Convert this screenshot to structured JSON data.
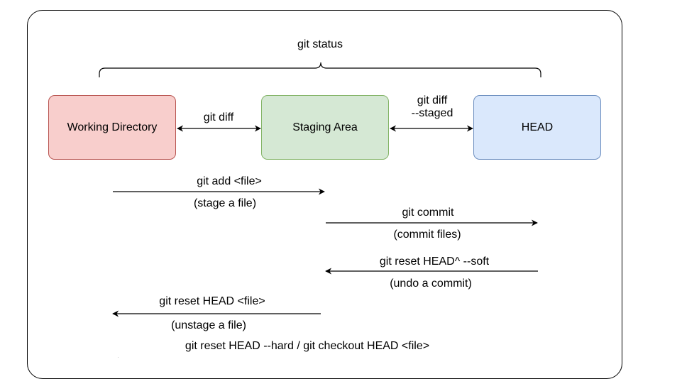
{
  "nodes": {
    "working_directory": "Working Directory",
    "staging_area": "Staging Area",
    "head": "HEAD"
  },
  "labels": {
    "status": "git status",
    "diff": "git diff",
    "diff_staged_line1": "git diff",
    "diff_staged_line2": "--staged",
    "add_cmd": "git add <file>",
    "add_desc": "(stage a file)",
    "commit_cmd": "git commit",
    "commit_desc": "(commit files)",
    "reset_soft_cmd": "git reset HEAD^ --soft",
    "reset_soft_desc": "(undo a commit)",
    "unstage_cmd": "git reset HEAD <file>",
    "unstage_desc": "(unstage a file)",
    "hard_cmd": "git reset HEAD --hard / git checkout HEAD <file>"
  },
  "colors": {
    "working_directory_fill": "#f8cecc",
    "working_directory_stroke": "#b85450",
    "staging_area_fill": "#d5e8d4",
    "staging_area_stroke": "#82b366",
    "head_fill": "#dae8fc",
    "head_stroke": "#6c8ebf"
  }
}
